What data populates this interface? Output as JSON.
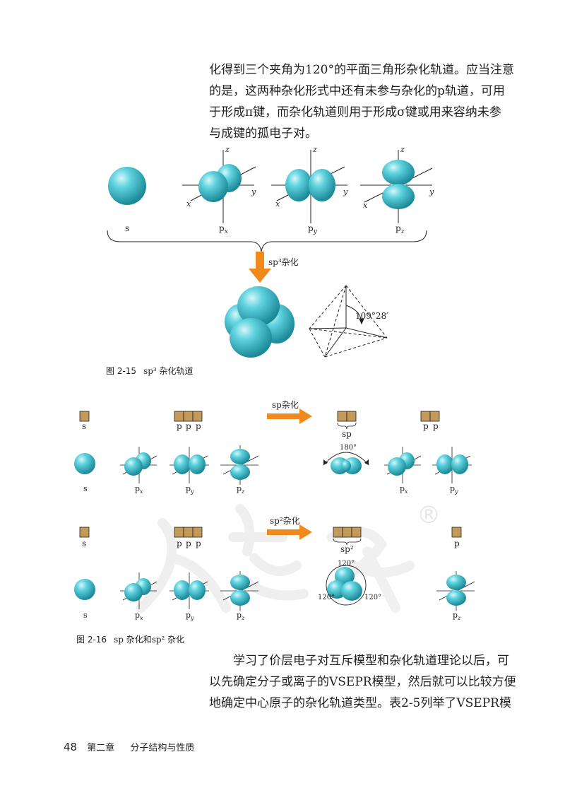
{
  "intro": {
    "lines": [
      "化得到三个夹角为120°的平面三角形杂化轨道。应当注意",
      "的是，这两种杂化形式中还有未参与杂化的p轨道，可用",
      "于形成π键，而杂化轨道则用于形成σ键或用来容纳未参",
      "与成键的孤电子对。"
    ]
  },
  "fig15": {
    "labels": {
      "s": "s",
      "px": "p",
      "px_sub": "x",
      "py": "p",
      "py_sub": "y",
      "pz": "p",
      "pz_sub": "z"
    },
    "axes": {
      "x": "x",
      "y": "y",
      "z": "z"
    },
    "arrow_label": "sp³杂化",
    "angle": "109°28′",
    "caption_num": "图 2-15",
    "caption_text": "sp³ 杂化轨道"
  },
  "fig16": {
    "row1": {
      "box_labels": {
        "s": "s",
        "p1": "p",
        "p2": "p",
        "p3": "p",
        "sp": "sp",
        "rp1": "p",
        "rp2": "p"
      },
      "arrow_label": "sp杂化",
      "angle": "180°",
      "orb_labels": {
        "s": "s",
        "px": "p",
        "px_sub": "x",
        "py": "p",
        "py_sub": "y",
        "pz": "p",
        "pz_sub": "z",
        "rpx": "p",
        "rpx_sub": "x",
        "rpy": "p",
        "rpy_sub": "y"
      }
    },
    "row2": {
      "box_labels": {
        "s": "s",
        "p1": "p",
        "p2": "p",
        "p3": "p",
        "sp2": "sp²",
        "rp": "p"
      },
      "arrow_label": "sp²杂化",
      "angles": [
        "120°",
        "120°",
        "120°"
      ],
      "orb_labels": {
        "s": "s",
        "px": "p",
        "px_sub": "x",
        "py": "p",
        "py_sub": "y",
        "pz": "p",
        "pz_sub": "z",
        "rpz": "p",
        "rpz_sub": "z"
      }
    },
    "caption_num": "图 2-16",
    "caption_text": "sp 杂化和sp² 杂化"
  },
  "outro": {
    "lines": [
      "学习了价层电子对互斥模型和杂化轨道理论以后，可",
      "以先确定分子或离子的VSEPR模型，然后就可以比较方便",
      "地确定中心原子的杂化轨道类型。表2-5列举了VSEPR模"
    ]
  },
  "footer": {
    "page_number": "48",
    "chapter": "第二章",
    "chapter_title": "分子结构与性质"
  },
  "colors": {
    "orbital": "#3fc4d2",
    "orbital_dark": "#1f8fa0",
    "arrow": "#f08a1c",
    "box": "#c49a5a",
    "text": "#231f20"
  }
}
